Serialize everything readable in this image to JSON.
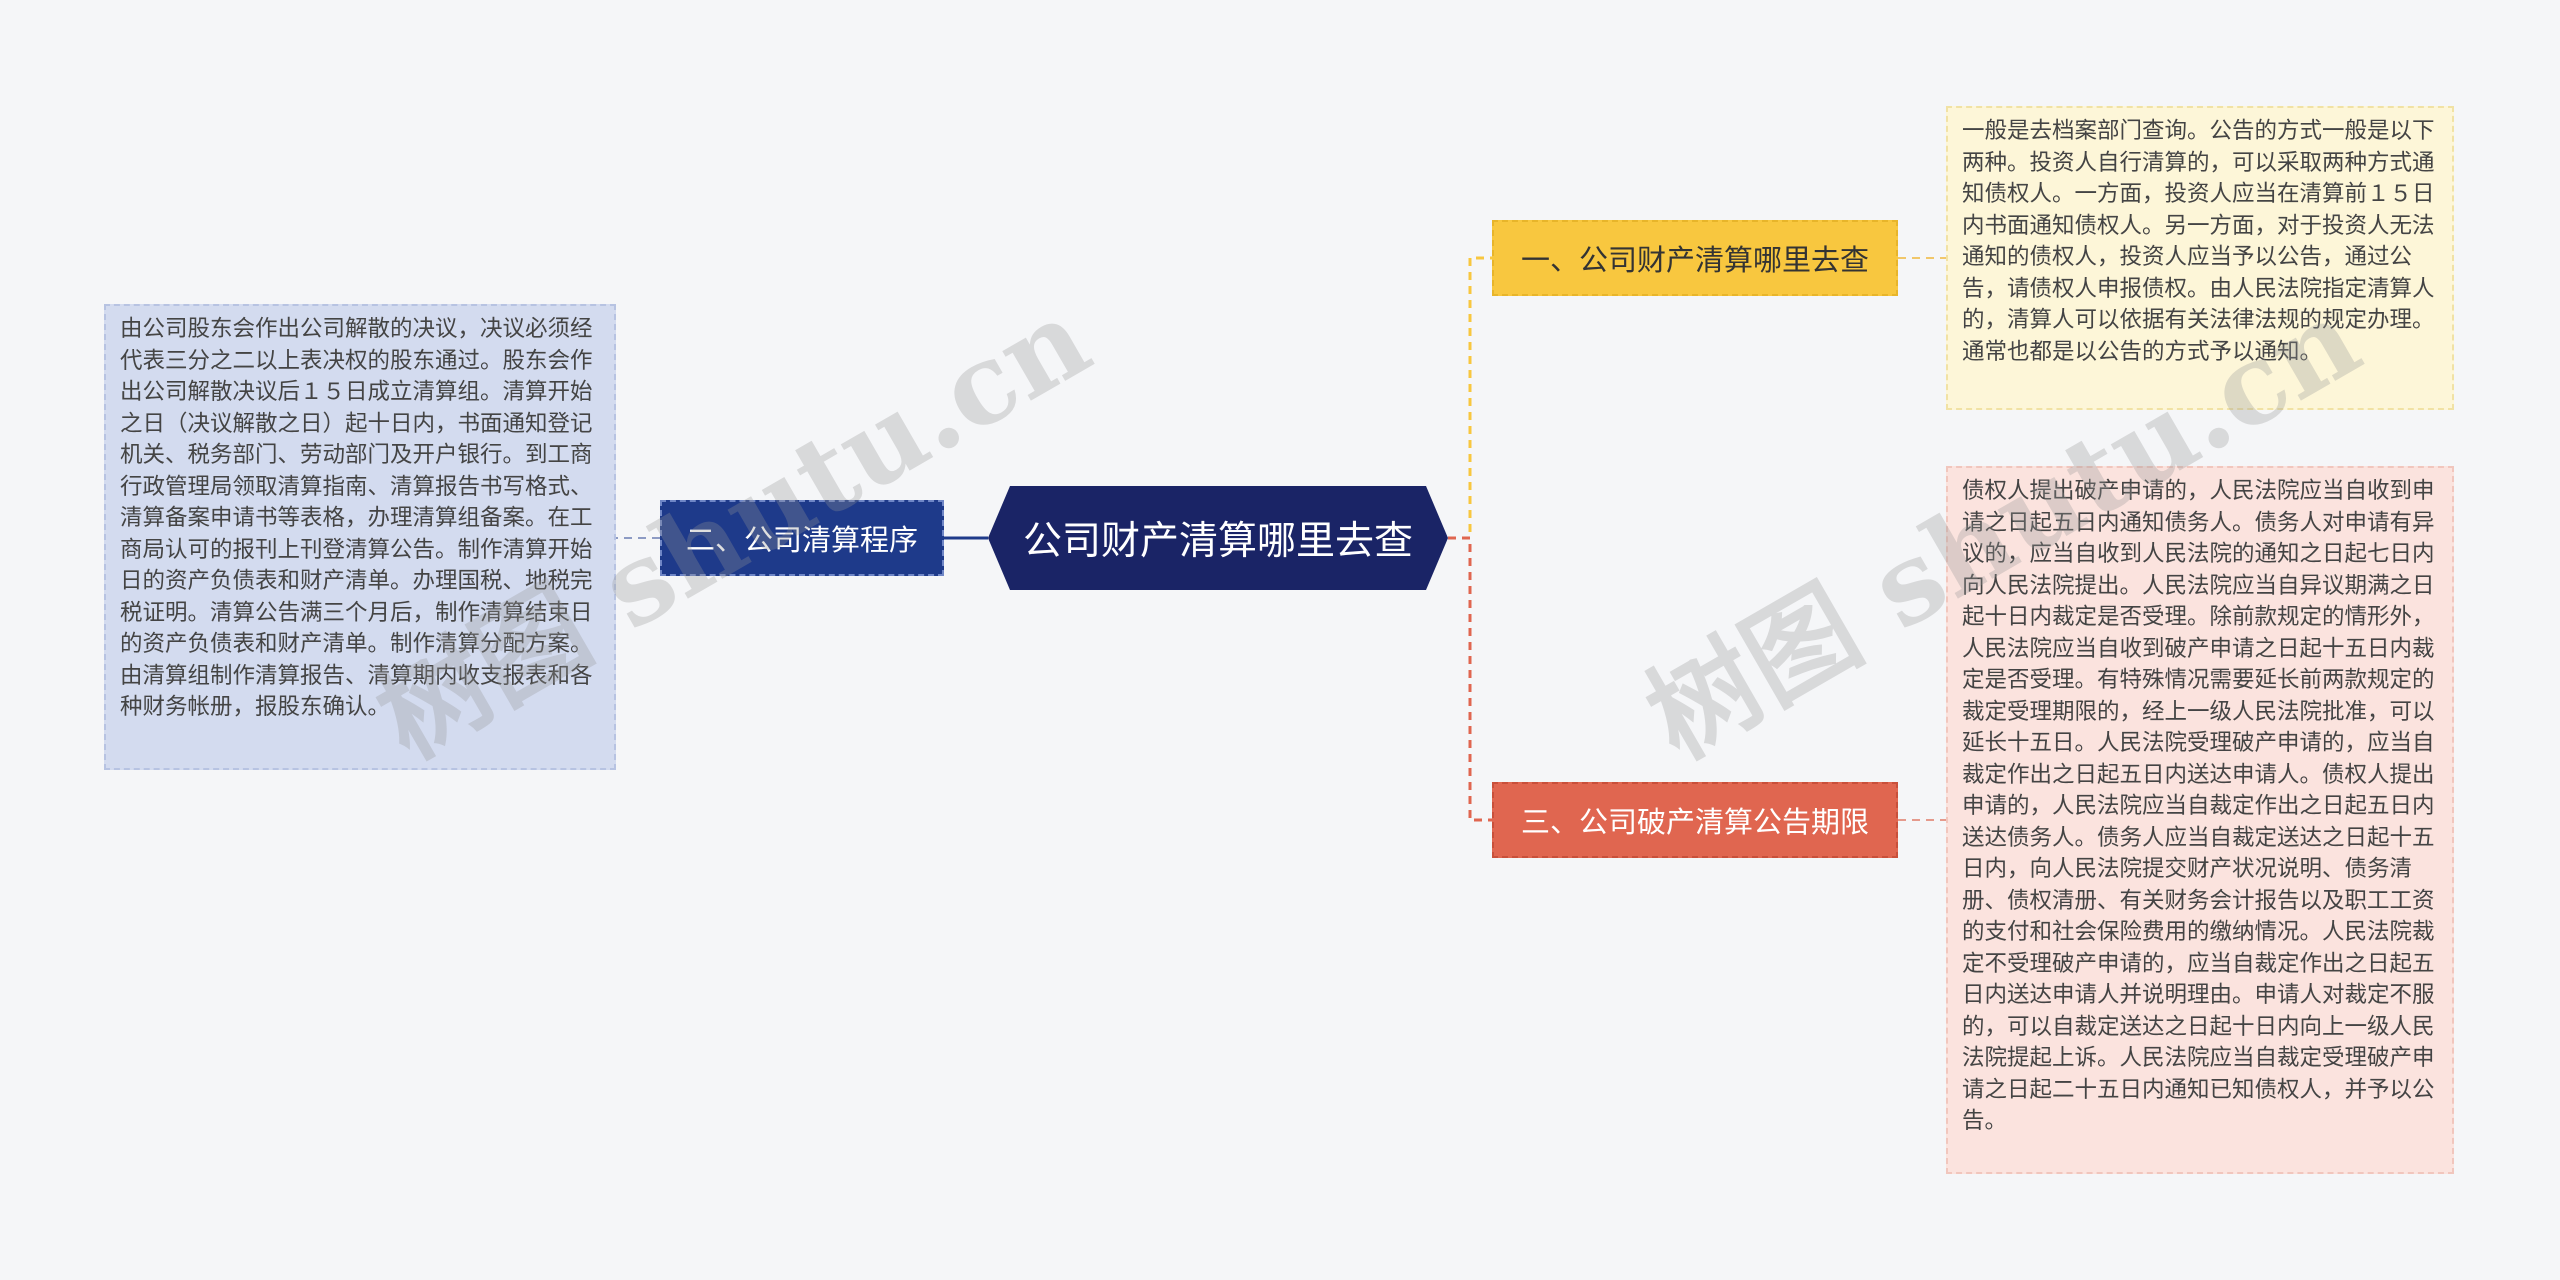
{
  "root": {
    "label": "公司财产清算哪里去查"
  },
  "branches": [
    {
      "label": "一、公司财产清算哪里去查",
      "color": "#f8c73f"
    },
    {
      "label": "二、公司清算程序",
      "color": "#1e3a8a"
    },
    {
      "label": "三、公司破产清算公告期限",
      "color": "#e06650"
    }
  ],
  "leaves": [
    {
      "text": "一般是去档案部门查询。公告的方式一般是以下两种。投资人自行清算的，可以采取两种方式通知债权人。一方面，投资人应当在清算前１５日内书面通知债权人。另一方面，对于投资人无法通知的债权人，投资人应当予以公告，通过公告，请债权人申报债权。由人民法院指定清算人的，清算人可以依据有关法律法规的规定办理。通常也都是以公告的方式予以通知。"
    },
    {
      "text": "由公司股东会作出公司解散的决议，决议必须经代表三分之二以上表决权的股东通过。股东会作出公司解散决议后１５日成立清算组。清算开始之日（决议解散之日）起十日内，书面通知登记机关、税务部门、劳动部门及开户银行。到工商行政管理局领取清算指南、清算报告书写格式、清算备案申请书等表格，办理清算组备案。在工商局认可的报刊上刊登清算公告。制作清算开始日的资产负债表和财产清单。办理国税、地税完税证明。清算公告满三个月后，制作清算结束日的资产负债表和财产清单。制作清算分配方案。由清算组制作清算报告、清算期内收支报表和各种财务帐册，报股东确认。"
    },
    {
      "text": "债权人提出破产申请的，人民法院应当自收到申请之日起五日内通知债务人。债务人对申请有异议的，应当自收到人民法院的通知之日起七日内向人民法院提出。人民法院应当自异议期满之日起十日内裁定是否受理。除前款规定的情形外，人民法院应当自收到破产申请之日起十五日内裁定是否受理。有特殊情况需要延长前两款规定的裁定受理期限的，经上一级人民法院批准，可以延长十五日。人民法院受理破产申请的，应当自裁定作出之日起五日内送达申请人。债权人提出申请的，人民法院应当自裁定作出之日起五日内送达债务人。债务人应当自裁定送达之日起十五日内，向人民法院提交财产状况说明、债务清册、债权清册、有关财务会计报告以及职工工资的支付和社会保险费用的缴纳情况。人民法院裁定不受理破产申请的，应当自裁定作出之日起五日内送达申请人并说明理由。申请人对裁定不服的，可以自裁定送达之日起十日内向上一级人民法院提起上诉。人民法院应当自裁定受理破产申请之日起二十五日内通知已知债权人，并予以公告。"
    }
  ],
  "watermarks": [
    "树图 shutu.cn",
    "树图 shutu.cn"
  ]
}
